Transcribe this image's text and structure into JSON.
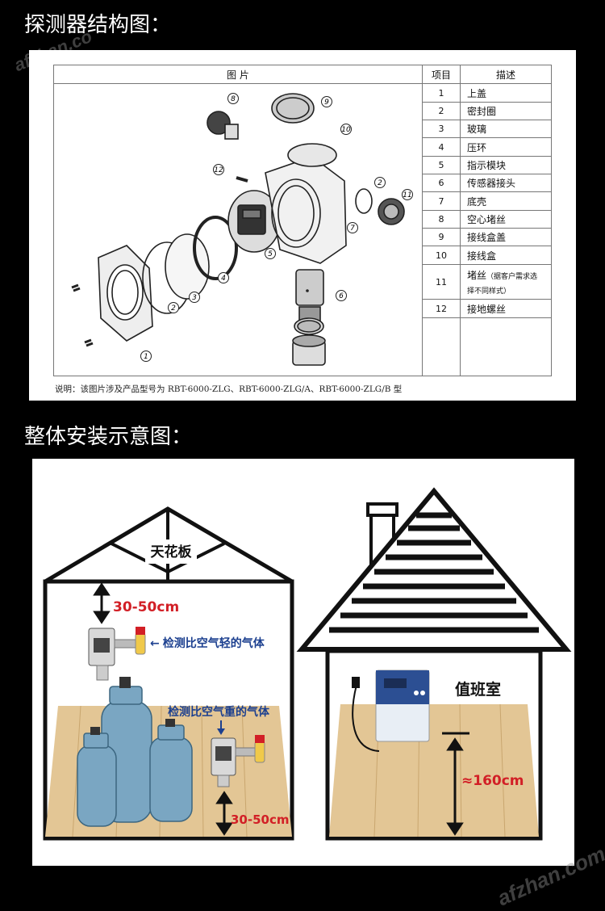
{
  "titles": {
    "structure": "探测器结构图：",
    "install": "整体安装示意图："
  },
  "watermark": "afzhan.com",
  "watermark_top": "afzhan.co",
  "table": {
    "header_picture": "图   片",
    "header_item": "项目",
    "header_desc": "描述",
    "rows": [
      {
        "num": "1",
        "desc": "上盖"
      },
      {
        "num": "2",
        "desc": "密封圈"
      },
      {
        "num": "3",
        "desc": "玻璃"
      },
      {
        "num": "4",
        "desc": "压环"
      },
      {
        "num": "5",
        "desc": "指示模块"
      },
      {
        "num": "6",
        "desc": "传感器接头"
      },
      {
        "num": "7",
        "desc": "底壳"
      },
      {
        "num": "8",
        "desc": "空心堵丝"
      },
      {
        "num": "9",
        "desc": "接线盒盖"
      },
      {
        "num": "10",
        "desc": "接线盒"
      },
      {
        "num": "11",
        "desc": "堵丝",
        "note": "（据客户需求选",
        "note2": "择不同样式）"
      },
      {
        "num": "12",
        "desc": "接地螺丝"
      }
    ]
  },
  "caption": "说明：该图片涉及产品型号为 RBT-6000-ZLG、RBT-6000-ZLG/A、RBT-6000-ZLG/B 型",
  "callouts": [
    "1",
    "2",
    "3",
    "4",
    "5",
    "6",
    "7",
    "8",
    "9",
    "10",
    "11",
    "12"
  ],
  "install": {
    "ceiling": "天花板",
    "dist_top": "30-50cm",
    "light_gas": "检测比空气轻的气体",
    "heavy_gas": "检测比空气重的气体",
    "dist_bottom": "30-50cm",
    "duty_room": "值班室",
    "height": "≈160cm",
    "arrow_left": "←"
  },
  "colors": {
    "red_label": "#d21f26",
    "blue_label": "#1b3f8f",
    "wood": "#e3c695",
    "cylinder": "#7aa6c2"
  }
}
